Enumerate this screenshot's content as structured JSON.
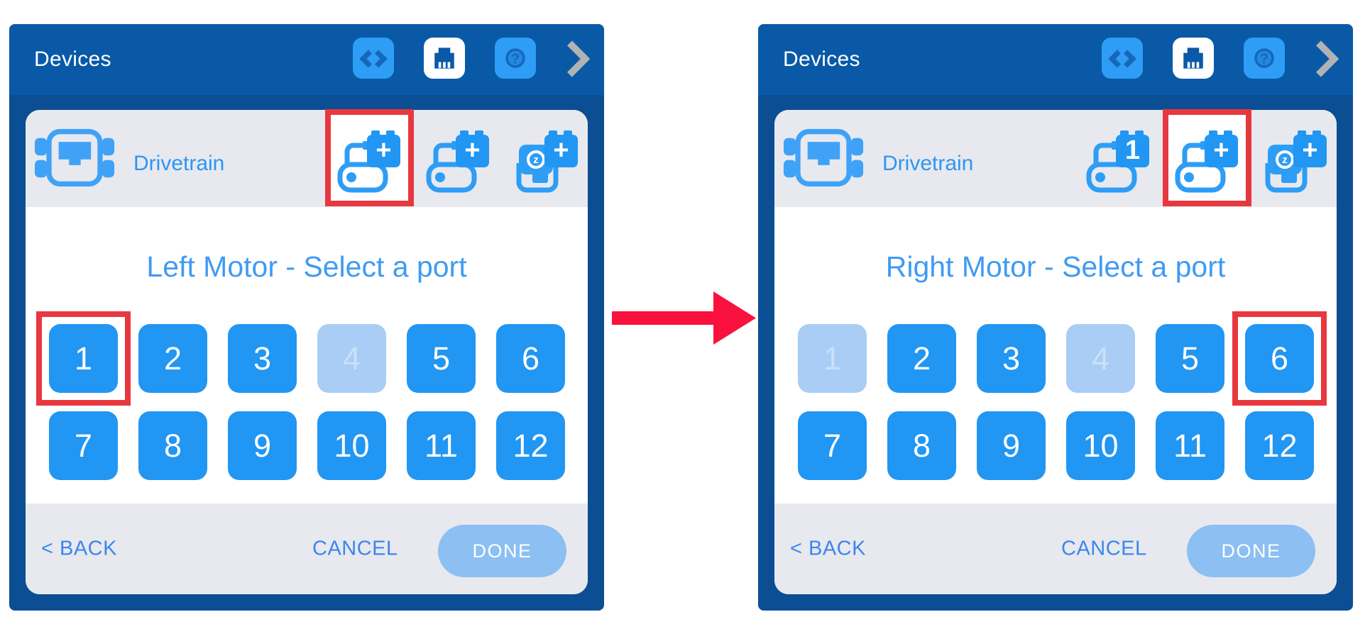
{
  "colors": {
    "page_bg": "#FFFFFF",
    "header_bg": "#0959A7",
    "frame_bg": "#0B4E93",
    "panel_gray": "#E7E9EF",
    "port_blue": "#2196F3",
    "port_disabled_blue": "#A9CDF4",
    "port_disabled_text": "#CBE0F7",
    "title_blue": "#3F9BF2",
    "device_label_blue": "#2E96F1",
    "link_blue": "#3C86EC",
    "done_bg": "#8CBFF2",
    "icon_tile_blue": "#2E9DF5",
    "icon_glyph_dark_blue": "#1668BD",
    "icon_accent_blue": "#2196F3",
    "drivetrain_icon_blue": "#3FA2F7",
    "chevron_gray": "#B2B2B2",
    "annotation_red": "#E8383F",
    "arrow_red": "#F8123D"
  },
  "panels": [
    {
      "header_title": "Devices",
      "device_label": "Drivetrain",
      "prompt_title": "Left Motor - Select a port",
      "add_icons": [
        {
          "type": "motor",
          "badge": "+",
          "highlighted": true
        },
        {
          "type": "motor",
          "badge": "+",
          "highlighted": false
        },
        {
          "type": "gyro",
          "badge": "+",
          "highlighted": false
        }
      ],
      "ports": [
        {
          "n": "1",
          "disabled": false,
          "highlighted": true
        },
        {
          "n": "2",
          "disabled": false,
          "highlighted": false
        },
        {
          "n": "3",
          "disabled": false,
          "highlighted": false
        },
        {
          "n": "4",
          "disabled": true,
          "highlighted": false
        },
        {
          "n": "5",
          "disabled": false,
          "highlighted": false
        },
        {
          "n": "6",
          "disabled": false,
          "highlighted": false
        },
        {
          "n": "7",
          "disabled": false,
          "highlighted": false
        },
        {
          "n": "8",
          "disabled": false,
          "highlighted": false
        },
        {
          "n": "9",
          "disabled": false,
          "highlighted": false
        },
        {
          "n": "10",
          "disabled": false,
          "highlighted": false
        },
        {
          "n": "11",
          "disabled": false,
          "highlighted": false
        },
        {
          "n": "12",
          "disabled": false,
          "highlighted": false
        }
      ],
      "footer": {
        "back": "< BACK",
        "cancel": "CANCEL",
        "done": "DONE"
      }
    },
    {
      "header_title": "Devices",
      "device_label": "Drivetrain",
      "prompt_title": "Right Motor - Select a port",
      "add_icons": [
        {
          "type": "motor",
          "badge": "1",
          "highlighted": false
        },
        {
          "type": "motor",
          "badge": "+",
          "highlighted": true
        },
        {
          "type": "gyro",
          "badge": "+",
          "highlighted": false
        }
      ],
      "ports": [
        {
          "n": "1",
          "disabled": true,
          "highlighted": false
        },
        {
          "n": "2",
          "disabled": false,
          "highlighted": false
        },
        {
          "n": "3",
          "disabled": false,
          "highlighted": false
        },
        {
          "n": "4",
          "disabled": true,
          "highlighted": false
        },
        {
          "n": "5",
          "disabled": false,
          "highlighted": false
        },
        {
          "n": "6",
          "disabled": false,
          "highlighted": true
        },
        {
          "n": "7",
          "disabled": false,
          "highlighted": false
        },
        {
          "n": "8",
          "disabled": false,
          "highlighted": false
        },
        {
          "n": "9",
          "disabled": false,
          "highlighted": false
        },
        {
          "n": "10",
          "disabled": false,
          "highlighted": false
        },
        {
          "n": "11",
          "disabled": false,
          "highlighted": false
        },
        {
          "n": "12",
          "disabled": false,
          "highlighted": false
        }
      ],
      "footer": {
        "back": "< BACK",
        "cancel": "CANCEL",
        "done": "DONE"
      }
    }
  ]
}
